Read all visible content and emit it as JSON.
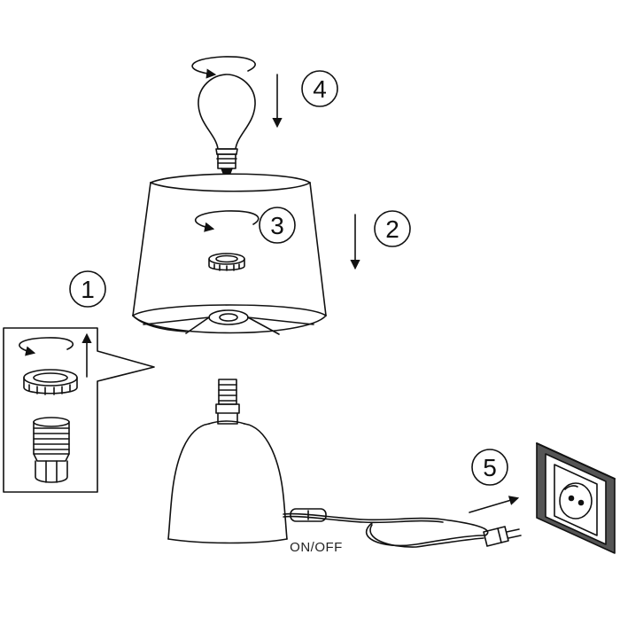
{
  "steps": [
    {
      "number": "1",
      "description": "Remove the ring nut from the lamp holder"
    },
    {
      "number": "2",
      "description": "Place the lampshade onto the base"
    },
    {
      "number": "3",
      "description": "Screw the ring nut back on"
    },
    {
      "number": "4",
      "description": "Screw in the bulb"
    },
    {
      "number": "5",
      "description": "Plug into the socket"
    }
  ],
  "labels": {
    "switch": "ON/OFF"
  },
  "colors": {
    "line": "#111111",
    "background": "#ffffff"
  }
}
